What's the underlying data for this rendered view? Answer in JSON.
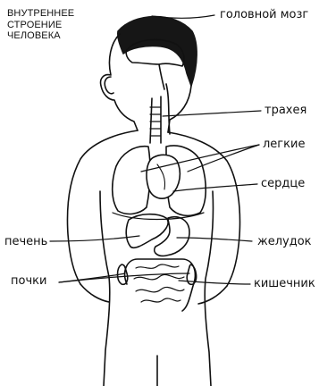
{
  "title": {
    "line1": "ВНУТРЕННЕЕ",
    "line2": "СТРОЕНИЕ",
    "line3": "ЧЕЛОВЕКА"
  },
  "labels": {
    "brain": "головной мозг",
    "trachea": "трахея",
    "lungs": "легкие",
    "heart": "сердце",
    "liver": "печень",
    "stomach": "желудок",
    "kidneys": "почки",
    "intestine": "кишечник"
  },
  "colors": {
    "ink": "#111111",
    "hair": "#161616",
    "background": "#ffffff"
  }
}
